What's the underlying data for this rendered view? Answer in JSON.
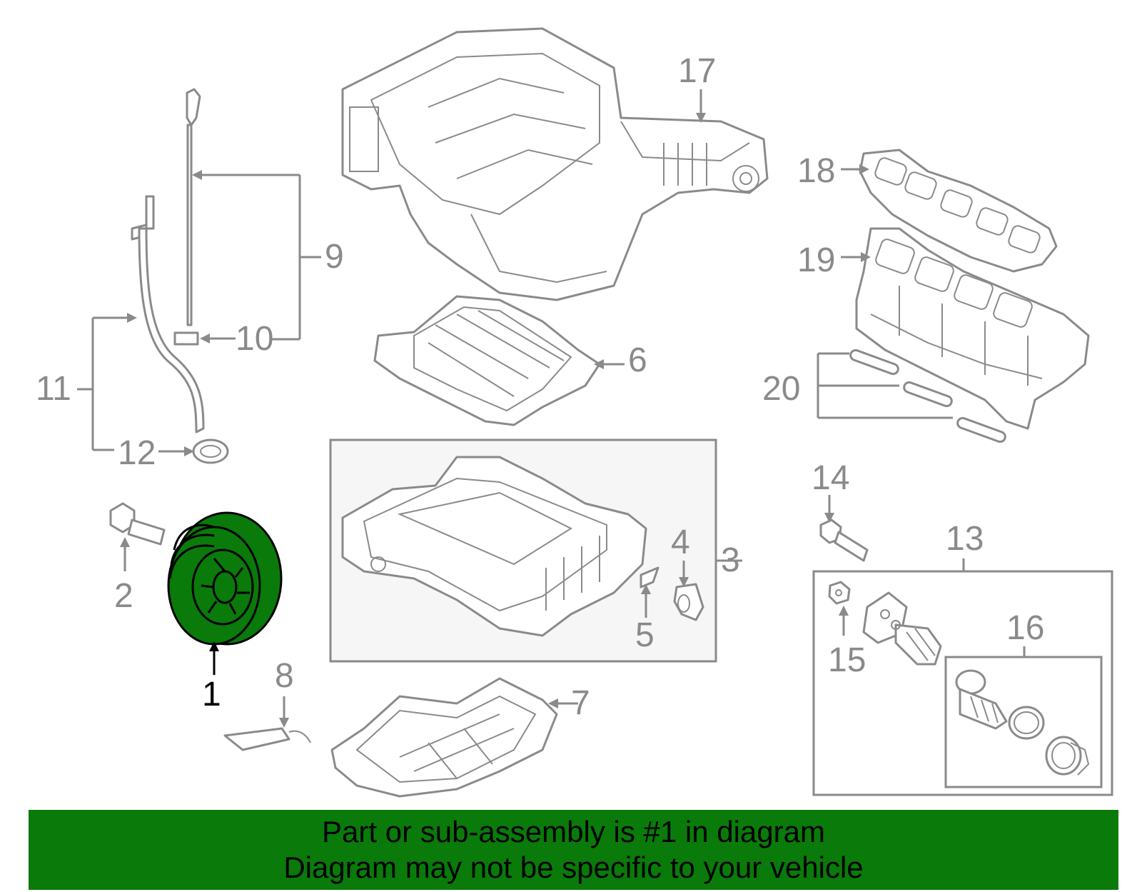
{
  "colors": {
    "banner_bg": "#0a7a0a",
    "highlight": "#0a7a0a",
    "line_gray": "#8a8a8a"
  },
  "banner": {
    "line1": "Part or sub-assembly is #1 in diagram",
    "line2": "Diagram may not be specific to your vehicle"
  },
  "callouts": {
    "c1": "1",
    "c2": "2",
    "c3": "3",
    "c4": "4",
    "c5": "5",
    "c6": "6",
    "c7": "7",
    "c8": "8",
    "c9": "9",
    "c10": "10",
    "c11": "11",
    "c12": "12",
    "c13": "13",
    "c14": "14",
    "c15": "15",
    "c16": "16",
    "c17": "17",
    "c18": "18",
    "c19": "19",
    "c20": "20"
  },
  "highlighted_callout": "1"
}
